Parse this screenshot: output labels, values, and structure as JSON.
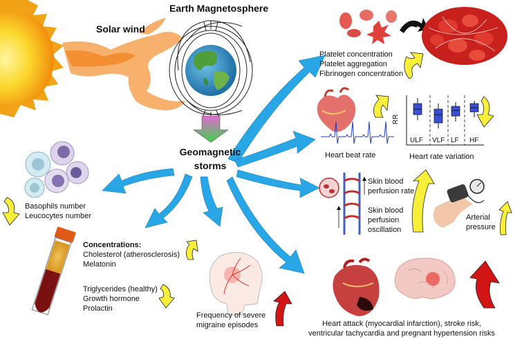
{
  "top": {
    "magnetosphere_title": "Earth Magnetosphere",
    "solar_wind_label": "Solar wind"
  },
  "center": {
    "storm_line1": "Geomagnetic",
    "storm_line2": "storms"
  },
  "platelets": {
    "line1": "Platelet concentration",
    "line2": "Platelet aggregation",
    "line3": "Fibrinogen concentration"
  },
  "heart_rate": {
    "label": "Heart beat rate"
  },
  "hrv": {
    "axis_label": "RR",
    "bands": [
      "ULF",
      "VLF",
      "LF",
      "HF"
    ],
    "caption": "Heart rate variation"
  },
  "skin": {
    "rate_line1": "Skin blood",
    "rate_line2": "perfusion rate",
    "osc_line1": "Skin  blood",
    "osc_line2": "perfusion",
    "osc_line3": "oscillation"
  },
  "arterial": {
    "line1": "Arterial",
    "line2": "pressure"
  },
  "blood_cells": {
    "line1": "Basophils number",
    "line2": "Leucocytes number"
  },
  "concentrations": {
    "heading": "Concentrations:",
    "line1": "Cholesterol (atherosclerosis)",
    "line2": "Melatonin",
    "line3": "Triglycerides (healthy)",
    "line4": "Growth hormone",
    "line5": "Prolactin"
  },
  "migraine": {
    "line1": "Frequency of severe",
    "line2": "migraine episodes"
  },
  "cardio_risks": {
    "line1": "Heart attack (myocardial infarction), stroke risk,",
    "line2": "ventricular tachycardia and pregnant hypertension risks"
  },
  "colors": {
    "up_arrow": "#f7ef3a",
    "down_arrow": "#f7ef3a",
    "risk_arrow": "#d21414",
    "flow_arrow": "#29a6e6",
    "sun": "#f5c518",
    "solar_wind": "#f4a04a",
    "box_fill": "#3a4fd6"
  }
}
